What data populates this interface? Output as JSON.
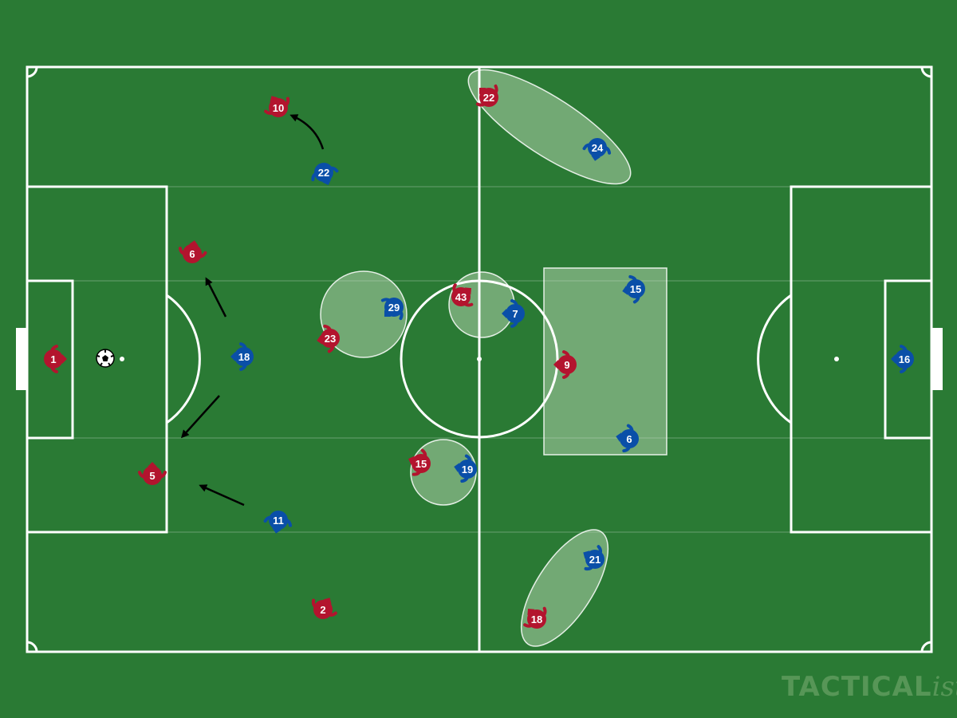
{
  "colors": {
    "pitch": "#2a7a34",
    "lines": "#ffffff",
    "red_team": "#b3142e",
    "blue_team": "#0a4fa8",
    "zone_fill": "#c9e3c3",
    "arrow": "#000000"
  },
  "watermark": {
    "part1": "TACTICAL",
    "part2": "ista"
  },
  "players": {
    "red": [
      {
        "number": "1",
        "icon": "player-red-icon"
      },
      {
        "number": "10",
        "icon": "player-red-icon"
      },
      {
        "number": "6",
        "icon": "player-red-icon"
      },
      {
        "number": "5",
        "icon": "player-red-icon"
      },
      {
        "number": "2",
        "icon": "player-red-icon"
      },
      {
        "number": "23",
        "icon": "player-red-icon"
      },
      {
        "number": "15",
        "icon": "player-red-icon"
      },
      {
        "number": "43",
        "icon": "player-red-icon"
      },
      {
        "number": "22",
        "icon": "player-red-icon"
      },
      {
        "number": "9",
        "icon": "player-red-icon"
      },
      {
        "number": "18",
        "icon": "player-red-icon"
      }
    ],
    "blue": [
      {
        "number": "22",
        "icon": "player-blue-icon"
      },
      {
        "number": "18",
        "icon": "player-blue-icon"
      },
      {
        "number": "11",
        "icon": "player-blue-icon"
      },
      {
        "number": "29",
        "icon": "player-blue-icon"
      },
      {
        "number": "19",
        "icon": "player-blue-icon"
      },
      {
        "number": "7",
        "icon": "player-blue-icon"
      },
      {
        "number": "24",
        "icon": "player-blue-icon"
      },
      {
        "number": "15",
        "icon": "player-blue-icon"
      },
      {
        "number": "6",
        "icon": "player-blue-icon"
      },
      {
        "number": "21",
        "icon": "player-blue-icon"
      },
      {
        "number": "16",
        "icon": "player-blue-icon"
      }
    ]
  },
  "ball": {
    "icon": "soccer-ball-icon"
  }
}
